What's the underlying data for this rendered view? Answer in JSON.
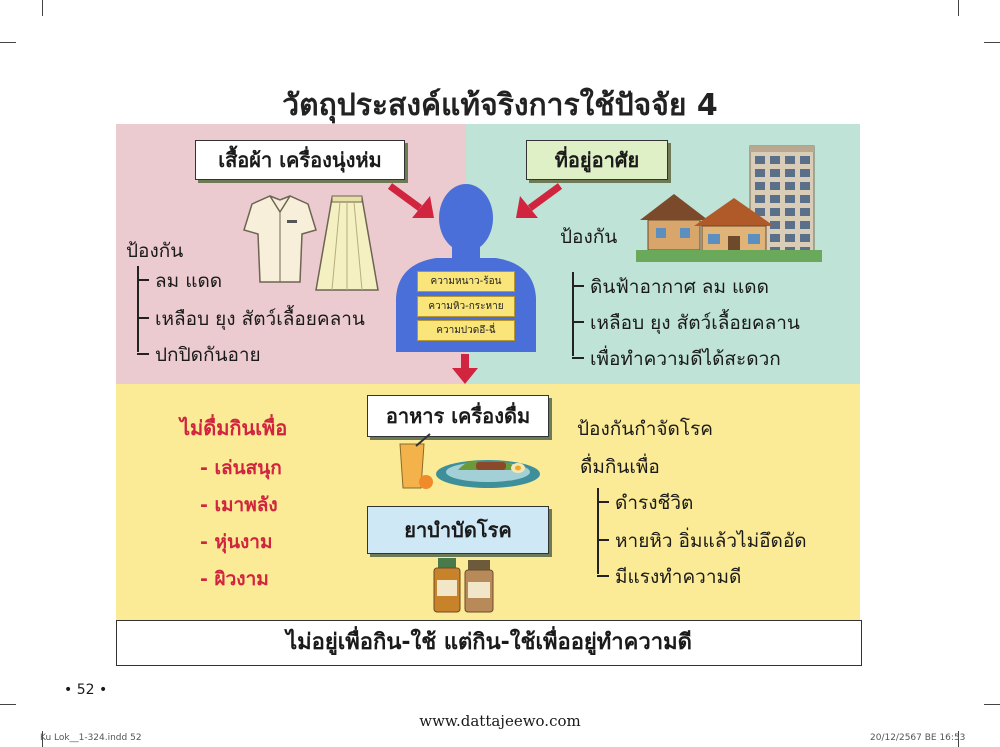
{
  "title": "วัตถุประสงค์แท้จริงการใช้ปัจจัย 4",
  "clothes": {
    "label": "เสื้อผ้า เครื่องนุ่งห่ม",
    "heading": "ป้องกัน",
    "items": [
      "ลม แดด",
      "เหลือบ ยุง สัตว์เลื้อยคลาน",
      "ปกปิดกันอาย"
    ]
  },
  "housing": {
    "label": "ที่อยู่อาศัย",
    "heading": "ป้องกัน",
    "items": [
      "ดินฟ้าอากาศ ลม แดด",
      "เหลือบ ยุง สัตว์เลื้อยคลาน",
      "เพื่อทำความดีได้สะดวก"
    ]
  },
  "person_needs": [
    "ความหนาว-ร้อน",
    "ความหิว-กระหาย",
    "ความปวดอึ-ฉี่"
  ],
  "food": {
    "label": "อาหาร เครื่องดื่ม",
    "not_for_heading": "ไม่ดื่มกินเพื่อ",
    "not_for_items": [
      "- เล่นสนุก",
      "- เมาพลัง",
      "- หุ่นงาม",
      "- ผิวงาม"
    ],
    "purpose_heading_1": "ป้องกันกำจัดโรค",
    "purpose_heading_2": "ดื่มกินเพื่อ",
    "purpose_items": [
      "ดำรงชีวิต",
      "หายหิว อิ่มแล้วไม่อึดอัด",
      "มีแรงทำความดี"
    ]
  },
  "medicine": {
    "label": "ยาบำบัดโรค"
  },
  "footer": "ไม่อยู่เพื่อกิน-ใช้  แต่กิน-ใช้เพื่ออยู่ทำความดี",
  "page_number": "• 52 •",
  "website": "www.dattajeewo.com",
  "slug_left": "Ku Lok__1-324.indd   52",
  "slug_right": "20/12/2567 BE   16:53",
  "colors": {
    "clothes_bg": "#eccbd0",
    "housing_bg": "#bfe3d6",
    "food_bg": "#fbeb96",
    "accent_red": "#d0243f",
    "person_blue": "#4a6fd8"
  }
}
